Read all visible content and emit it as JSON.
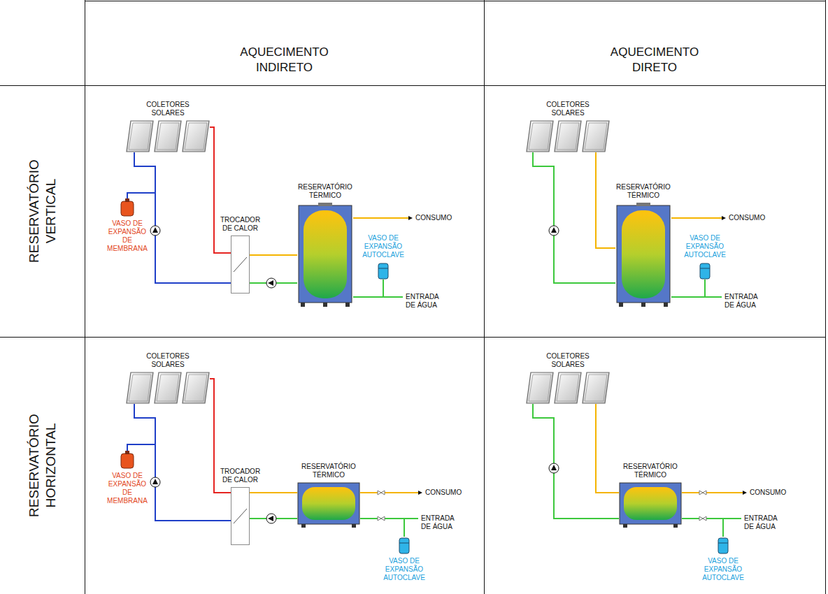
{
  "diagram": {
    "nodes": [
      {
        "text": [
          "AQUECIMENTO INDIRETO"
        ]
      },
      {
        "text": [
          "AQUECIMENTO DIRETO"
        ]
      },
      {
        "text": [
          "RESERVATÓRIO VERTICAL"
        ]
      },
      {
        "text": [
          "COLETORES SOLARES"
        ]
      },
      {
        "text": [
          "VASO DE EXPANSÃO DE MEMBRANA"
        ]
      },
      {
        "text": [
          "TROCADOR DE CALOR"
        ]
      },
      {
        "text": [
          "RESERVATÓRIO TÉRMICO"
        ]
      },
      {
        "text": [
          "VASO DE EXPANSÃO AUTOCLAVE"
        ]
      },
      {
        "text": [
          "COLETORES SOLARES"
        ]
      },
      {
        "text": [
          "RESERVATÓRIO TÉRMICO"
        ]
      },
      {
        "text": [
          "VASO DE EXPANSÃO AUTOCLAVE"
        ]
      },
      {
        "text": [
          "RESERVATÓRIO HORIZONTAL"
        ]
      },
      {
        "text": [
          "COLETORES SOLARES"
        ]
      },
      {
        "text": [
          "VASO DE EXPANSÃO DE MEMBRANA"
        ]
      },
      {
        "text": [
          "TROCADOR DE CALOR"
        ]
      },
      {
        "text": [
          "RESERVATÓRIO TÉRMICO"
        ]
      },
      {
        "text": [
          "VASO DE EXPANSÃO AUTOCLAVE"
        ]
      },
      {
        "text": [
          "COLETORES SOLARES"
        ]
      },
      {
        "text": [
          "RESERVATÓRIO TÉRMICO"
        ]
      },
      {
        "text": [
          "VASO DE EXPANSÃO AUTOCLAVE"
        ]
      }
    ],
    "edges": [
      {
        "from": 3,
        "to": 5,
        "arrow": "none"
      },
      {
        "from": 5,
        "to": 3,
        "arrow": "none"
      },
      {
        "from": 4,
        "to": 3,
        "arrow": "none"
      },
      {
        "from": 5,
        "to": 6,
        "arrow": "none"
      },
      {
        "from": 6,
        "to": 5,
        "arrow": "none"
      },
      {
        "from": 7,
        "to": 6,
        "arrow": "none"
      },
      {
        "from": 8,
        "to": 9,
        "arrow": "none"
      },
      {
        "from": 9,
        "to": 8,
        "arrow": "none"
      },
      {
        "from": 10,
        "to": 9,
        "arrow": "none"
      },
      {
        "from": 12,
        "to": 14,
        "arrow": "none"
      },
      {
        "from": 14,
        "to": 12,
        "arrow": "none"
      },
      {
        "from": 13,
        "to": 12,
        "arrow": "none"
      },
      {
        "from": 14,
        "to": 15,
        "arrow": "none"
      },
      {
        "from": 15,
        "to": 14,
        "arrow": "none"
      },
      {
        "from": 16,
        "to": 15,
        "arrow": "none"
      },
      {
        "from": 17,
        "to": 18,
        "arrow": "none"
      },
      {
        "from": 18,
        "to": 17,
        "arrow": "none"
      },
      {
        "from": 19,
        "to": 18,
        "arrow": "none"
      }
    ],
    "labels": [
      "CONSUMO",
      "ENTRADA DE ÁGUA",
      "CONSUMO",
      "ENTRADA DE ÁGUA",
      "CONSUMO",
      "ENTRADA DE ÁGUA",
      "CONSUMO",
      "ENTRADA DE ÁGUA"
    ]
  }
}
